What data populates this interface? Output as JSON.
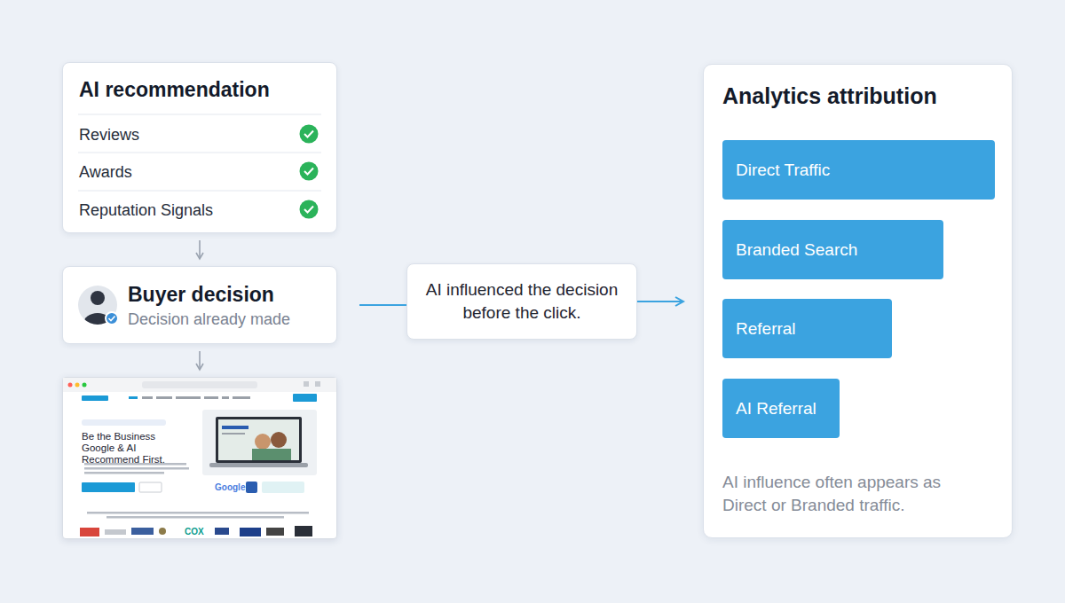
{
  "diagram": {
    "nodes": [
      {
        "text": [
          "AI recommendation",
          "Reviews",
          "Awards",
          "Reputation Signals"
        ]
      },
      {
        "text": [
          "Buyer decision",
          "Decision already made"
        ]
      },
      {
        "text": [
          "Be the Business Google & AI Recommend First."
        ]
      },
      {
        "text": [
          "AI influenced the decision before the click."
        ]
      },
      {
        "text": [
          "Analytics attribution",
          "AI influence often appears as Direct or Branded traffic."
        ]
      },
      {
        "text": [
          "Direct Traffic"
        ],
        "in": 4
      },
      {
        "text": [
          "Branded Search"
        ],
        "in": 4
      },
      {
        "text": [
          "Referral"
        ],
        "in": 4
      },
      {
        "text": [
          "AI Referral"
        ],
        "in": 4
      }
    ],
    "edges": [
      {
        "from": 0,
        "to": 1,
        "arrow": "to"
      },
      {
        "from": 1,
        "to": 2,
        "arrow": "to"
      },
      {
        "from": 1,
        "to": 3,
        "arrow": "none"
      },
      {
        "from": 3,
        "to": 4,
        "arrow": "to"
      }
    ],
    "labels": [
      "Google",
      "COX"
    ]
  }
}
